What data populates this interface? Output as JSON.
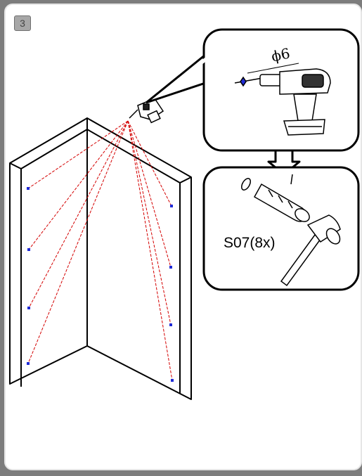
{
  "step": {
    "number": "3"
  },
  "callout_drill": {
    "diameter_label": "ϕ6",
    "icon": "power-drill-icon"
  },
  "callout_parts": {
    "part_label": "S07(8x)",
    "icons": [
      "wall-plug-icon",
      "hammer-icon"
    ]
  },
  "colors": {
    "guide_line": "#d40000",
    "drill_mark": "#1f2bd6",
    "badge": "#a7a7a7"
  }
}
